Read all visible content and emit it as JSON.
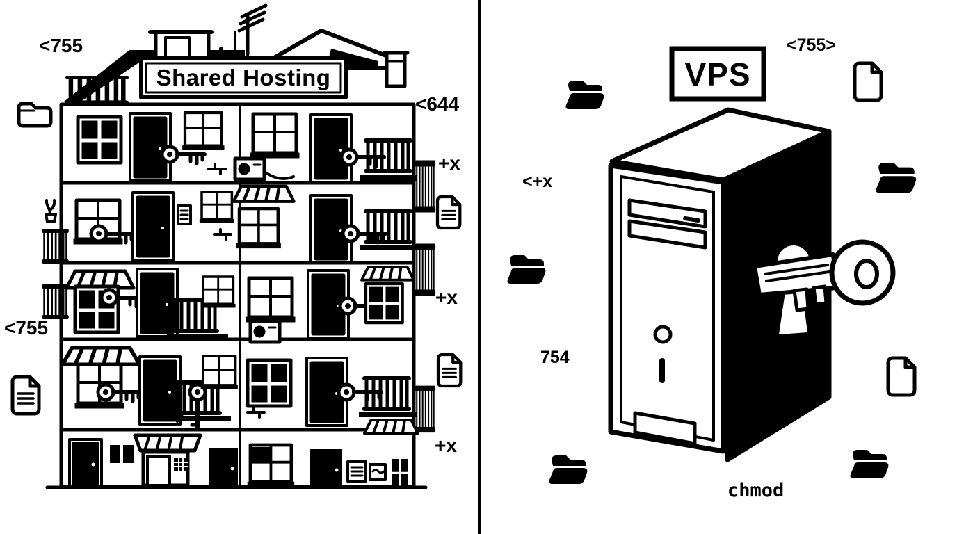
{
  "palette": {
    "background": "#ffffff",
    "ink": "#000000"
  },
  "left_panel": {
    "title": "Shared Hosting",
    "annotations": {
      "top_left_perm": "<755",
      "upper_right_perm": "<644",
      "exec_flag_1": "+x",
      "exec_flag_2": "+x",
      "mid_left_perm": "<755",
      "exec_flag_3": "+x"
    },
    "icons": [
      "folder-outline-icon",
      "document-lines-icon",
      "key-icon",
      "apartment-building-illustration"
    ]
  },
  "right_panel": {
    "title": "VPS",
    "annotations": {
      "top_right_perm": "<755>",
      "left_exec_flag": "<+x",
      "left_perm": "754",
      "caption": "chmod"
    },
    "icons": [
      "folder-filled-icon",
      "document-blank-icon",
      "server-tower-illustration",
      "key-icon",
      "keyhole-icon"
    ]
  }
}
